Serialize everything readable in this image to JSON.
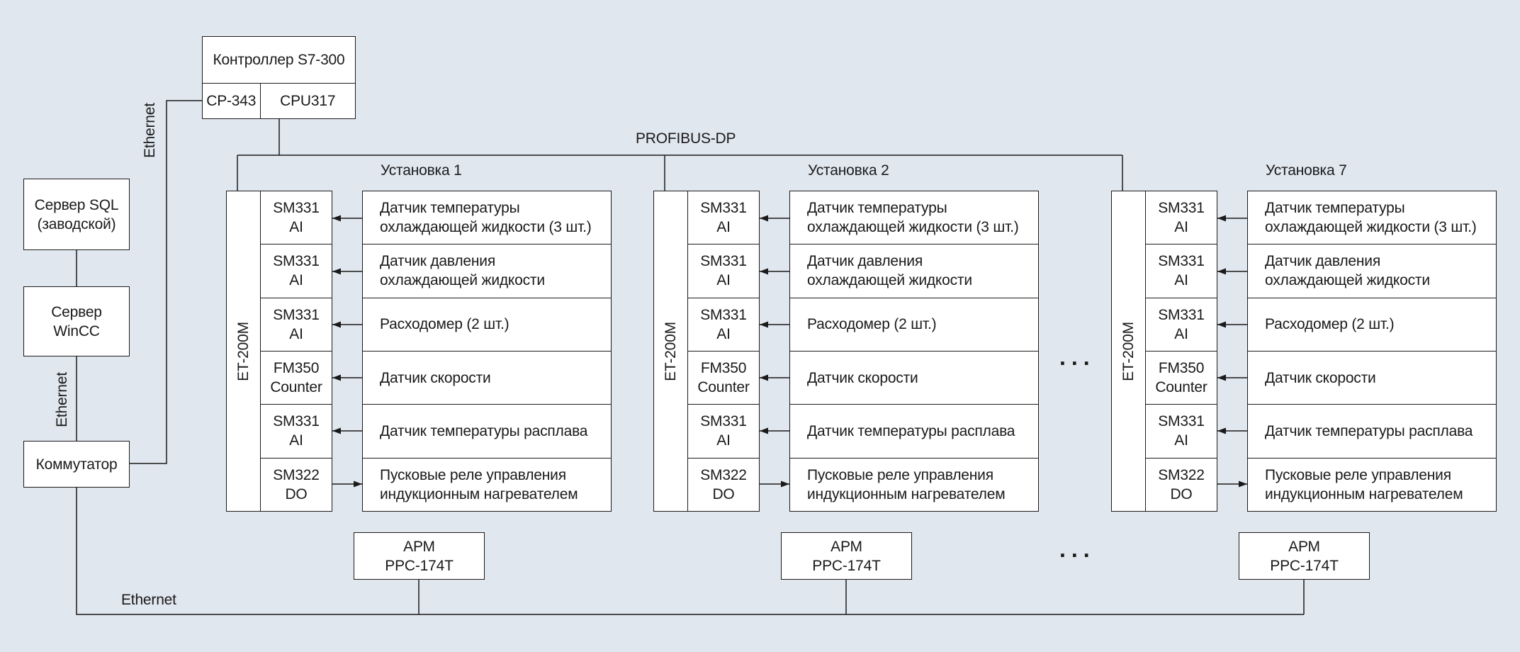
{
  "controller": {
    "title": "Контроллер S7-300",
    "cp": "CP-343",
    "cpu": "CPU317"
  },
  "server_sql": [
    "Сервер SQL",
    "(заводской)"
  ],
  "server_wincc": [
    "Сервер",
    "WinCC"
  ],
  "switch": "Коммутатор",
  "network_labels": {
    "ethernet_controller": "Ethernet",
    "ethernet_servers": "Ethernet",
    "ethernet_bus": "Ethernet",
    "profibus": "PROFIBUS-DP"
  },
  "ellipsis": "...",
  "installations": [
    {
      "title": "Установка 1",
      "station": "ET-200M",
      "rows": [
        {
          "module": [
            "SM331",
            "AI"
          ],
          "sensor": [
            "Датчик температуры",
            "охлаждающей жидкости (3 шт.)"
          ],
          "arrow_to_module": true
        },
        {
          "module": [
            "SM331",
            "AI"
          ],
          "sensor": [
            "Датчик давления",
            "охлаждающей жидкости"
          ],
          "arrow_to_module": true
        },
        {
          "module": [
            "SM331",
            "AI"
          ],
          "sensor": [
            "Расходомер (2 шт.)"
          ],
          "arrow_to_module": true
        },
        {
          "module": [
            "FM350",
            "Counter"
          ],
          "sensor": [
            "Датчик скорости"
          ],
          "arrow_to_module": true
        },
        {
          "module": [
            "SM331",
            "AI"
          ],
          "sensor": [
            "Датчик температуры расплава"
          ],
          "arrow_to_module": true
        },
        {
          "module": [
            "SM322",
            "DO"
          ],
          "sensor": [
            "Пусковые реле управления",
            "индукционным нагревателем"
          ],
          "arrow_to_module": false
        }
      ],
      "arm": [
        "АРМ",
        "PPC-174T"
      ]
    },
    {
      "title": "Установка 2",
      "station": "ET-200M",
      "rows": [
        {
          "module": [
            "SM331",
            "AI"
          ],
          "sensor": [
            "Датчик температуры",
            "охлаждающей жидкости (3 шт.)"
          ],
          "arrow_to_module": true
        },
        {
          "module": [
            "SM331",
            "AI"
          ],
          "sensor": [
            "Датчик давления",
            "охлаждающей жидкости"
          ],
          "arrow_to_module": true
        },
        {
          "module": [
            "SM331",
            "AI"
          ],
          "sensor": [
            "Расходомер (2 шт.)"
          ],
          "arrow_to_module": true
        },
        {
          "module": [
            "FM350",
            "Counter"
          ],
          "sensor": [
            "Датчик скорости"
          ],
          "arrow_to_module": true
        },
        {
          "module": [
            "SM331",
            "AI"
          ],
          "sensor": [
            "Датчик температуры расплава"
          ],
          "arrow_to_module": true
        },
        {
          "module": [
            "SM322",
            "DO"
          ],
          "sensor": [
            "Пусковые реле управления",
            "индукционным нагревателем"
          ],
          "arrow_to_module": false
        }
      ],
      "arm": [
        "АРМ",
        "PPC-174T"
      ]
    },
    {
      "title": "Установка 7",
      "station": "ET-200M",
      "rows": [
        {
          "module": [
            "SM331",
            "AI"
          ],
          "sensor": [
            "Датчик температуры",
            "охлаждающей жидкости (3 шт.)"
          ],
          "arrow_to_module": true
        },
        {
          "module": [
            "SM331",
            "AI"
          ],
          "sensor": [
            "Датчик давления",
            "охлаждающей жидкости"
          ],
          "arrow_to_module": true
        },
        {
          "module": [
            "SM331",
            "AI"
          ],
          "sensor": [
            "Расходомер (2 шт.)"
          ],
          "arrow_to_module": true
        },
        {
          "module": [
            "FM350",
            "Counter"
          ],
          "sensor": [
            "Датчик скорости"
          ],
          "arrow_to_module": true
        },
        {
          "module": [
            "SM331",
            "AI"
          ],
          "sensor": [
            "Датчик температуры расплава"
          ],
          "arrow_to_module": true
        },
        {
          "module": [
            "SM322",
            "DO"
          ],
          "sensor": [
            "Пусковые реле управления",
            "индукционным нагревателем"
          ],
          "arrow_to_module": false
        }
      ],
      "arm": [
        "АРМ",
        "PPC-174T"
      ]
    }
  ]
}
